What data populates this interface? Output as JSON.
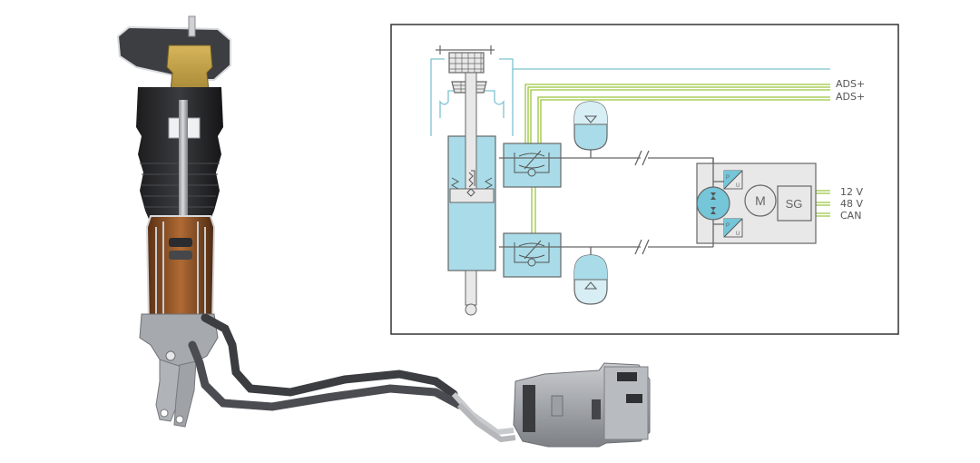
{
  "illustration": {
    "subject": "Active air suspension strut with hydraulic lines and pump unit",
    "components": [
      "air-spring-strut",
      "damper-tube",
      "mounting-bracket",
      "hydraulic-hoses",
      "pump-motor-unit"
    ]
  },
  "schematic": {
    "signal_labels": {
      "ads_top": "ADS+",
      "ads_bottom": "ADS+",
      "supply_12v": "12 V",
      "supply_48v": "48 V",
      "bus_can": "CAN"
    },
    "unit_labels": {
      "motor": "M",
      "controller": "SG",
      "sensor_p": "P",
      "sensor_u": "U"
    },
    "colors": {
      "fluid": "#a9dce8",
      "fluid_light": "#d6eef4",
      "air_line": "#7ec4d0",
      "electric_line": "#9bc53d",
      "outline": "#666666",
      "housing": "#e8e8e8",
      "pump": "#74c6d8",
      "frame": "#333333"
    }
  }
}
